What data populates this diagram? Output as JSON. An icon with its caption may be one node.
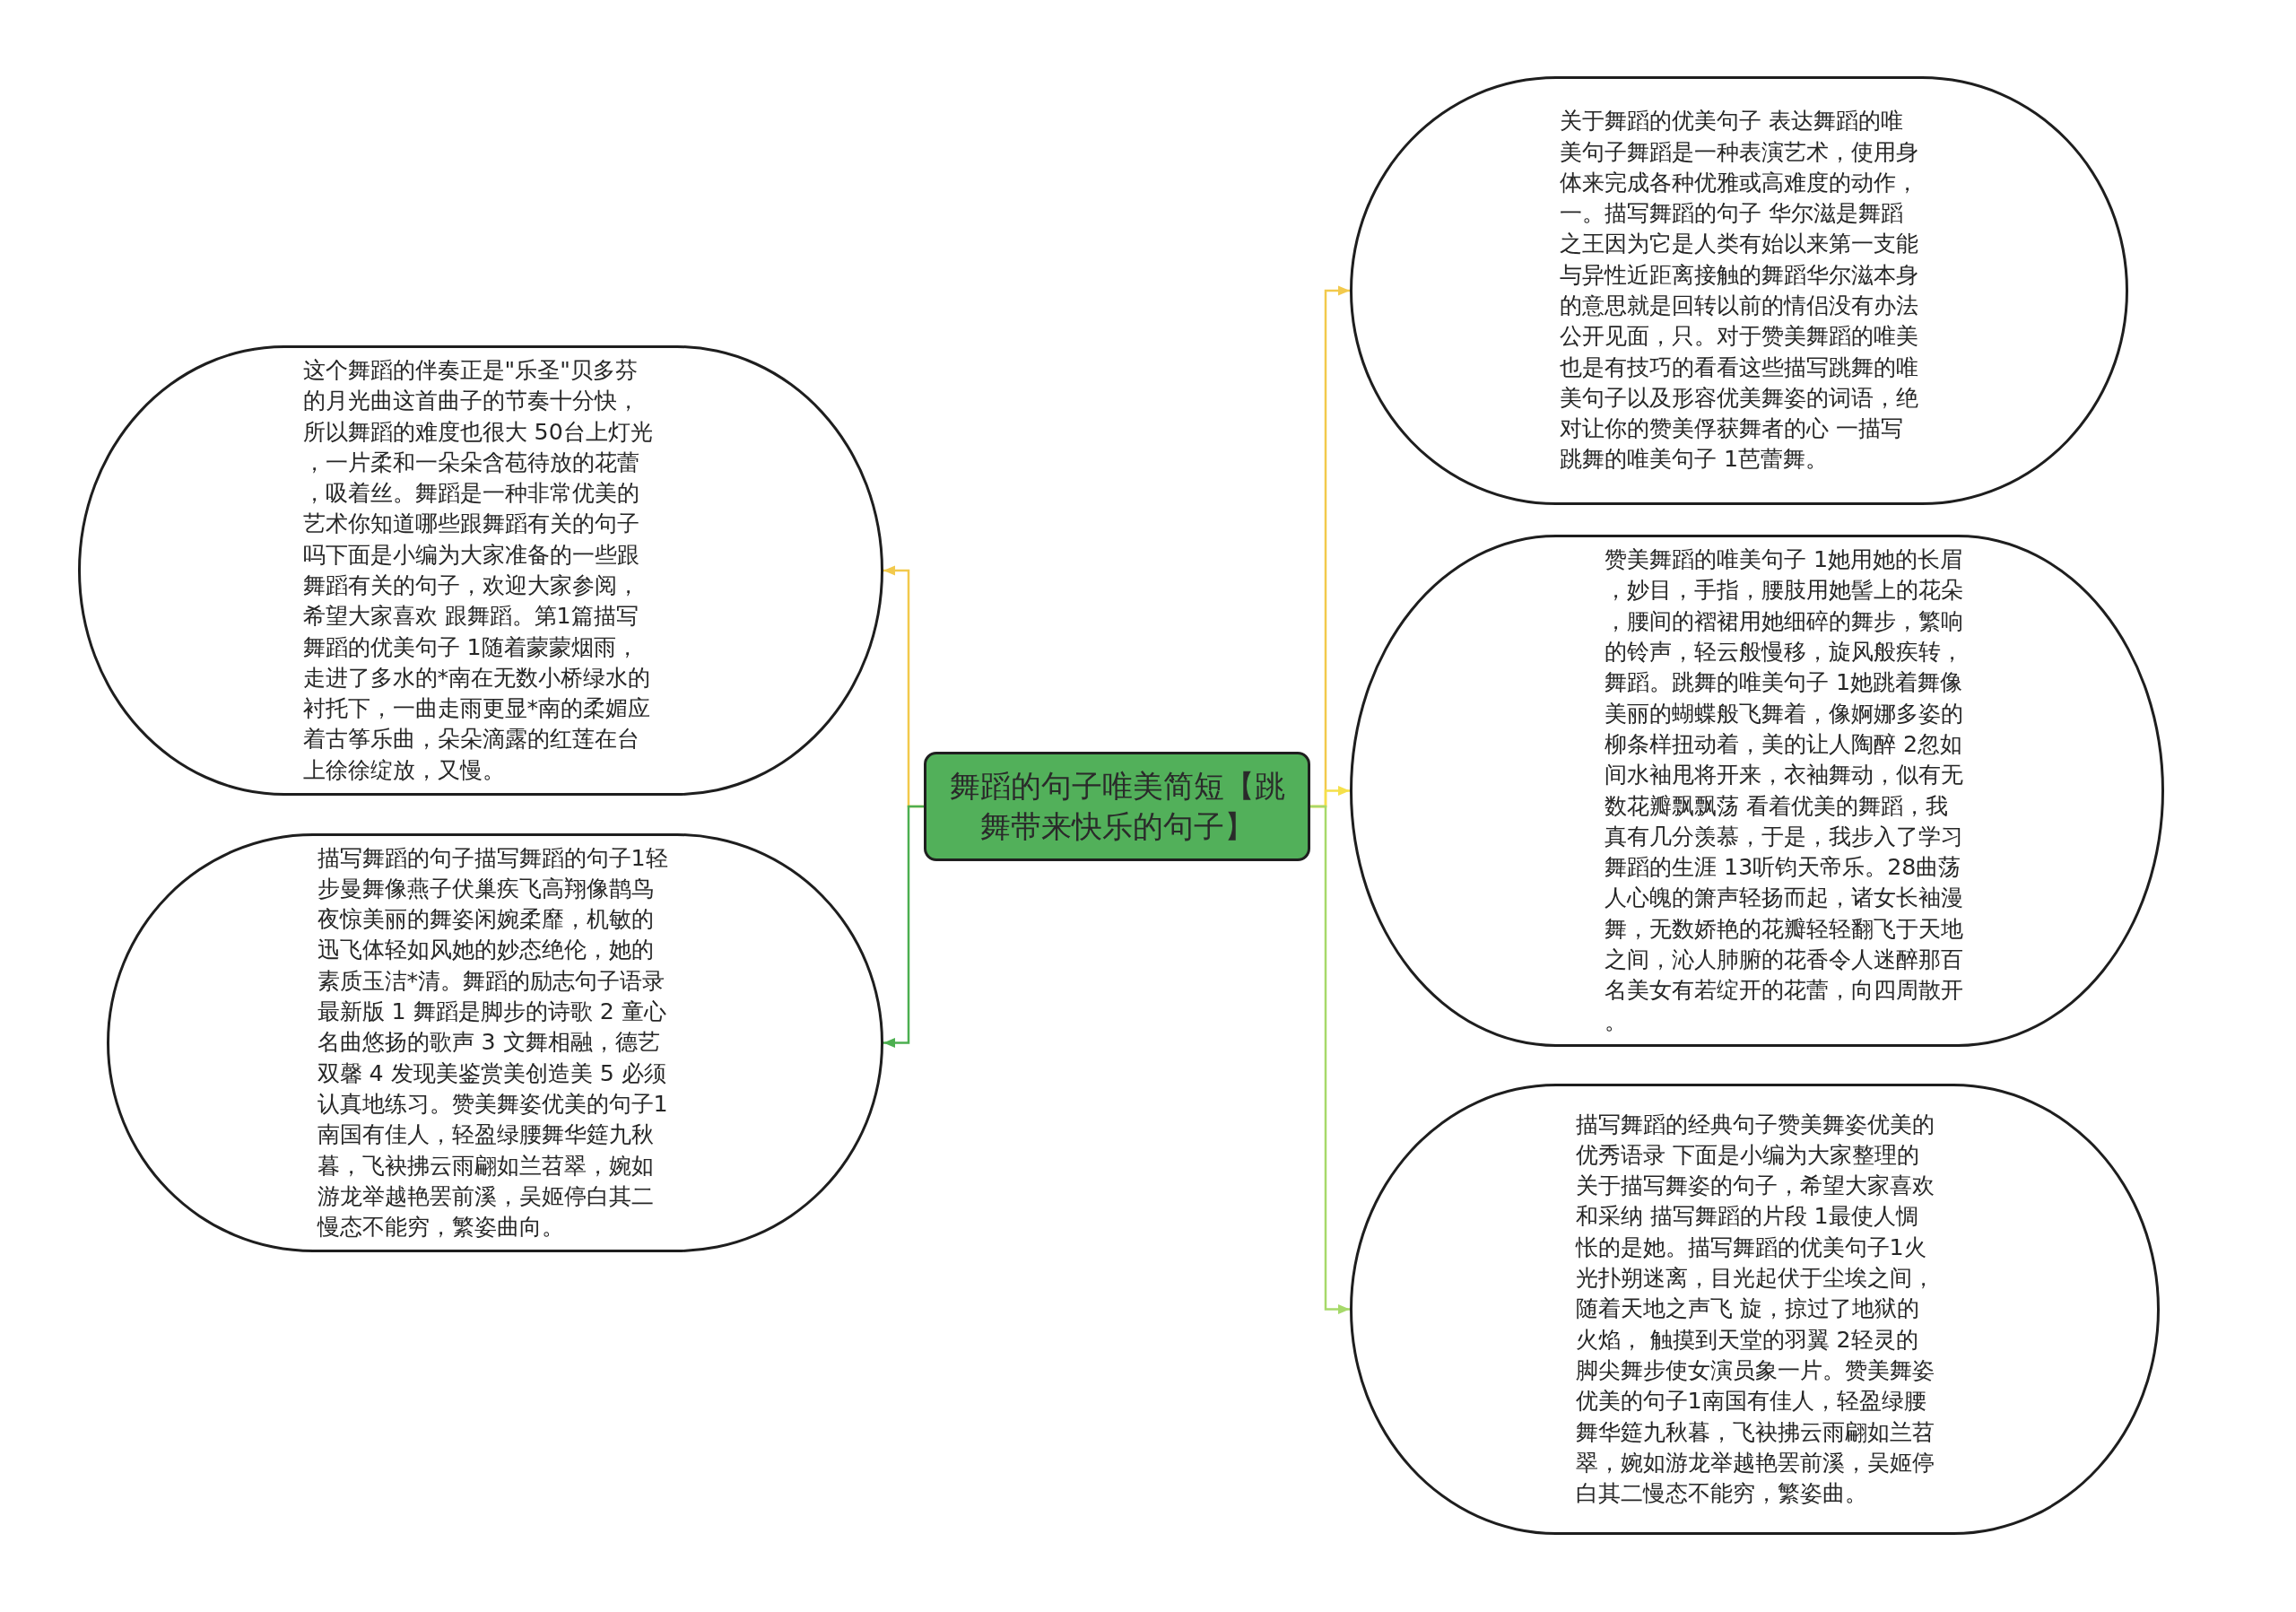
{
  "diagram": {
    "nodes": [
      {
        "text": [
          "舞蹈的句子唯美简短【跳舞带来快乐的句子】"
        ]
      },
      {
        "text": [
          "这个舞蹈的伴奏正是\"乐圣\"贝多芬的月光曲这首曲子的节奏十分快，所以舞蹈的难度也很大 50台上灯光，一片柔和一朵朵含苞待放的花蕾，吸着丝。舞蹈是一种非常优美的艺术你知道哪些跟舞蹈有关的句子吗下面是小编为大家准备的一些跟舞蹈有关的句子，欢迎大家参阅，希望大家喜欢 跟舞蹈。第1篇描写舞蹈的优美句子 1随着蒙蒙烟雨，走进了多水的*南在无数小桥绿水的衬托下，一曲走雨更显*南的柔媚应着古筝乐曲，朵朵滴露的红莲在台上徐徐绽放，又慢。"
        ]
      },
      {
        "text": [
          "描写舞蹈的句子描写舞蹈的句子1轻步曼舞像燕子伏巢疾飞高翔像鹊鸟夜惊美丽的舞姿闲婉柔靡，机敏的迅飞体轻如风她的妙态绝伦，她的素质玉洁*清。舞蹈的励志句子语录最新版 1 舞蹈是脚步的诗歌 2 童心名曲悠扬的歌声 3 文舞相融，德艺双馨 4 发现美鉴赏美创造美 5 必须认真地练习。赞美舞姿优美的句子1南国有佳人，轻盈绿腰舞华筵九秋暮，飞袂拂云雨翩如兰苕翠，婉如游龙举越艳罢前溪，吴姬停白其二慢态不能穷，繁姿曲向。"
        ]
      },
      {
        "text": [
          "关于舞蹈的优美句子 表达舞蹈的唯美句子舞蹈是一种表演艺术，使用身体来完成各种优雅或高难度的动作，一。描写舞蹈的句子 华尔滋是舞蹈之王因为它是人类有始以来第一支能与异性近距离接触的舞蹈华尔滋本身的意思就是回转以前的情侣没有办法公开见面，只。对于赞美舞蹈的唯美也是有技巧的看看这些描写跳舞的唯美句子以及形容优美舞姿的词语，绝对让你的赞美俘获舞者的心 一描写跳舞的唯美句子 1芭蕾舞。"
        ]
      },
      {
        "text": [
          "赞美舞蹈的唯美句子 1她用她的长眉，妙目，手指，腰肢用她髻上的花朵，腰间的褶裙用她细碎的舞步，繁响的铃声，轻云般慢移，旋风般疾转，舞蹈。跳舞的唯美句子 1她跳着舞像美丽的蝴蝶般飞舞着，像婀娜多姿的柳条样扭动着，美的让人陶醉 2忽如间水袖甩将开来，衣袖舞动，似有无数花瓣飘飘荡 看着优美的舞蹈，我真有几分羡慕，于是，我步入了学习舞蹈的生涯 13听钧天帝乐。28曲荡人心魄的箫声轻扬而起，诸女长袖漫舞，无数娇艳的花瓣轻轻翻飞于天地之间，沁人肺腑的花香令人迷醉那百名美女有若绽开的花蕾，向四周散开。"
        ]
      },
      {
        "text": [
          "描写舞蹈的经典句子赞美舞姿优美的优秀语录 下面是小编为大家整理的关于描写舞姿的句子，希望大家喜欢和采纳 描写舞蹈的片段 1最使人惆怅的是她。描写舞蹈的优美句子1火光扑朔迷离，目光起伏于尘埃之间，随着天地之声飞 旋，掠过了地狱的火焰， 触摸到天堂的羽翼 2轻灵的脚尖舞步使女演员象一片。赞美舞姿优美的句子1南国有佳人，轻盈绿腰舞华筵九秋暮，飞袂拂云雨翩如兰苕翠，婉如游龙举越艳罢前溪，吴姬停白其二慢态不能穷，繁姿曲。"
        ]
      }
    ],
    "edges": [
      {
        "from": 0,
        "to": 1,
        "arrow": "to"
      },
      {
        "from": 0,
        "to": 2,
        "arrow": "to",
        "color": "#4caf50"
      },
      {
        "from": 0,
        "to": 3,
        "arrow": "to"
      },
      {
        "from": 0,
        "to": 4,
        "arrow": "to",
        "color": "#f5e04a"
      },
      {
        "from": 0,
        "to": 5,
        "arrow": "to",
        "color": "#a6d96a"
      }
    ]
  }
}
